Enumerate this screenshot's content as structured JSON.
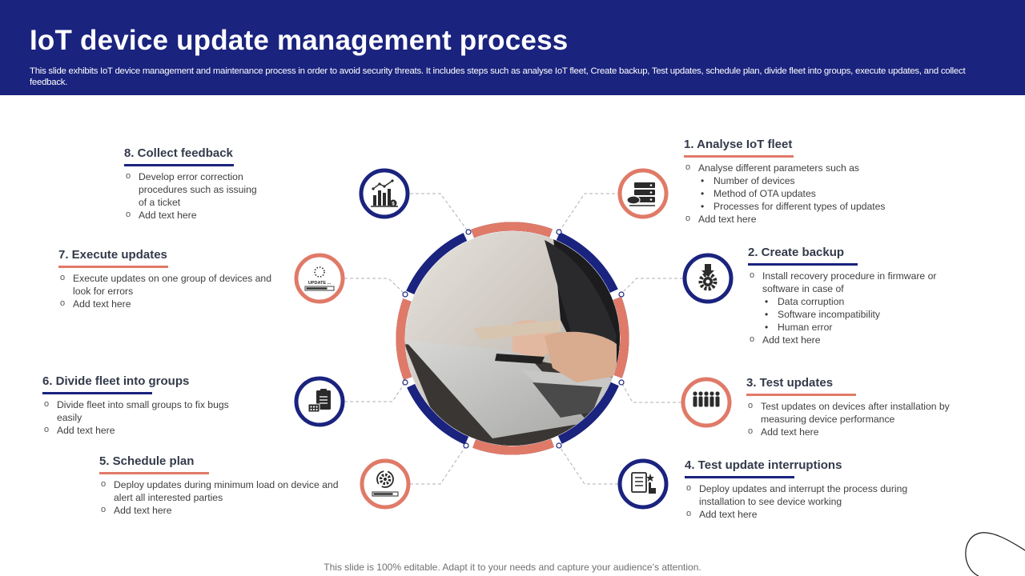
{
  "header": {
    "title": "IoT device update management process",
    "subtitle": "This slide exhibits IoT device management and maintenance process in order to avoid security threats. It includes steps such as analyse IoT fleet, Create backup, Test updates, schedule plan, divide fleet into groups, execute updates, and collect feedback."
  },
  "colors": {
    "navy": "#1a237e",
    "coral": "#e07a68",
    "header_bg": "#1a237e"
  },
  "steps": [
    {
      "title": "1. Analyse IoT fleet",
      "icon": "server-cloud-icon",
      "items": [
        {
          "text": "Analyse different parameters such as",
          "subitems": [
            "Number of devices",
            "Method of OTA updates",
            "Processes for different types of updates"
          ]
        },
        {
          "text": "Add text here"
        }
      ]
    },
    {
      "title": "2. Create backup",
      "icon": "gear-download-icon",
      "items": [
        {
          "text": "Install recovery procedure in firmware or software in case of",
          "subitems": [
            "Data corruption",
            "Software incompatibility",
            "Human error"
          ]
        },
        {
          "text": "Add text here"
        }
      ]
    },
    {
      "title": "3. Test updates",
      "icon": "people-group-icon",
      "items": [
        {
          "text": "Test updates on devices after installation by measuring device performance"
        },
        {
          "text": "Add text here"
        }
      ]
    },
    {
      "title": "4. Test update interruptions",
      "icon": "checklist-icon",
      "items": [
        {
          "text": "Deploy updates and interrupt the process during installation to see device working"
        },
        {
          "text": "Add text here"
        }
      ]
    },
    {
      "title": "5. Schedule plan",
      "icon": "gear-cycle-icon",
      "items": [
        {
          "text": "Deploy updates during minimum load on device and alert all interested parties"
        },
        {
          "text": "Add text here"
        }
      ]
    },
    {
      "title": "6. Divide fleet into groups",
      "icon": "clipboard-devices-icon",
      "items": [
        {
          "text": "Divide fleet into small groups to fix bugs easily"
        },
        {
          "text": "Add text here"
        }
      ]
    },
    {
      "title": "7. Execute updates",
      "icon": "update-progress-icon",
      "icon_label": "UPDATE ...",
      "items": [
        {
          "text": "Execute updates on one group of devices and look for errors"
        },
        {
          "text": "Add text here"
        }
      ]
    },
    {
      "title": "8. Collect feedback",
      "icon": "bar-chart-dollar-icon",
      "items": [
        {
          "text": "Develop error correction procedures such as issuing of a ticket"
        },
        {
          "text": "Add text here"
        }
      ]
    }
  ],
  "footer": "This slide is 100% editable. Adapt it to your needs and capture your audience’s attention."
}
